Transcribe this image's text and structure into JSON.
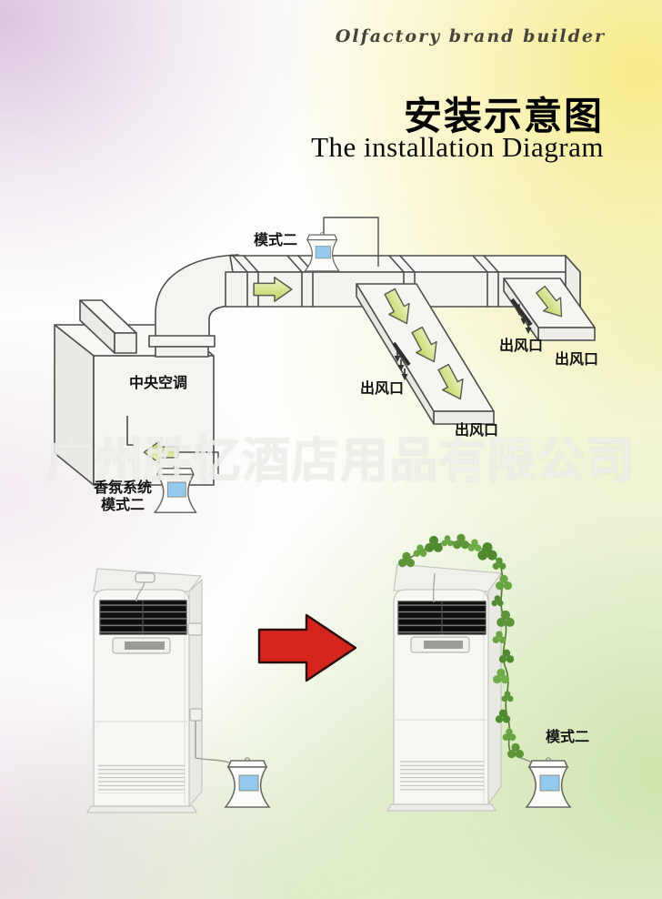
{
  "header": {
    "brand": "Olfactory brand builder",
    "title_zh": "安装示意图",
    "title_en": "The installation Diagram"
  },
  "diagram": {
    "mode2_top": "模式二",
    "central_ac": "中央空调",
    "outlet_mid": "出风口",
    "outlet_mid_end": "出风口",
    "outlet_right_top": "出风口",
    "outlet_right_end": "出风口",
    "fragrance_line1": "香氛系统",
    "fragrance_line2": "模式二"
  },
  "bottom": {
    "mode2": "模式二"
  },
  "watermark": "广州胜忆酒店用品有限公司",
  "icons": {
    "flow_arrow_icon": "green right-flow arrow ➡",
    "vent_arrow_icon": "small dark down arrow ▼",
    "transition_arrow_icon": "large red arrow ➡",
    "vine_leaf_icon": "clover vine ☘",
    "diffuser_screen_icon": "blue LCD panel ▯"
  },
  "colors": {
    "arrow_red": "#d6251c",
    "arrow_green_light": "#f0f4cb",
    "arrow_green_dark": "#bfd35a",
    "screen_blue": "#93c9ec",
    "vine_green": "#5d9638",
    "duct_outline": "#4d4d4d"
  }
}
